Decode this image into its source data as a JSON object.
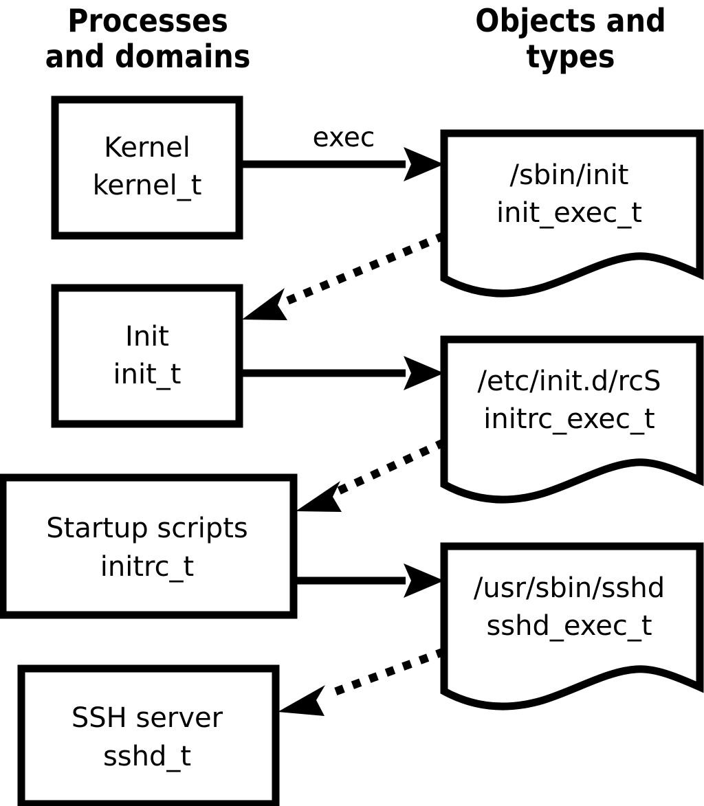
{
  "diagram": {
    "title_hidden": "",
    "columns": [
      {
        "id": "processes",
        "header_line1": "Processes",
        "header_line2": "and domains"
      },
      {
        "id": "objects",
        "header_line1": "Objects and",
        "header_line2": "types"
      }
    ],
    "process_nodes": [
      {
        "id": "kernel",
        "line1": "Kernel",
        "line2": "kernel_t"
      },
      {
        "id": "init",
        "line1": "Init",
        "line2": "init_t"
      },
      {
        "id": "initrc",
        "line1": "Startup scripts",
        "line2": "initrc_t"
      },
      {
        "id": "sshd",
        "line1": "SSH server",
        "line2": "sshd_t"
      }
    ],
    "object_nodes": [
      {
        "id": "init_exec",
        "line1": "/sbin/init",
        "line2": "init_exec_t"
      },
      {
        "id": "initrc_exec",
        "line1": "/etc/init.d/rcS",
        "line2": "initrc_exec_t"
      },
      {
        "id": "sshd_exec",
        "line1": "/usr/sbin/sshd",
        "line2": "sshd_exec_t"
      }
    ],
    "edges": [
      {
        "id": "kernel-exec-init_exec",
        "label": "exec",
        "style": "solid",
        "from": "kernel",
        "to": "init_exec"
      },
      {
        "id": "init_exec-to-init",
        "label": "",
        "style": "dotted",
        "from": "init_exec",
        "to": "init"
      },
      {
        "id": "init-exec-initrc_exec",
        "label": "",
        "style": "solid",
        "from": "init",
        "to": "initrc_exec"
      },
      {
        "id": "initrc_exec-to-initrc",
        "label": "",
        "style": "dotted",
        "from": "initrc_exec",
        "to": "initrc"
      },
      {
        "id": "initrc-exec-sshd_exec",
        "label": "",
        "style": "solid",
        "from": "initrc",
        "to": "sshd_exec"
      },
      {
        "id": "sshd_exec-to-sshd",
        "label": "",
        "style": "dotted",
        "from": "sshd_exec",
        "to": "sshd"
      }
    ],
    "colors": {
      "stroke": "#000000",
      "fill": "#ffffff",
      "text": "#000000"
    }
  }
}
